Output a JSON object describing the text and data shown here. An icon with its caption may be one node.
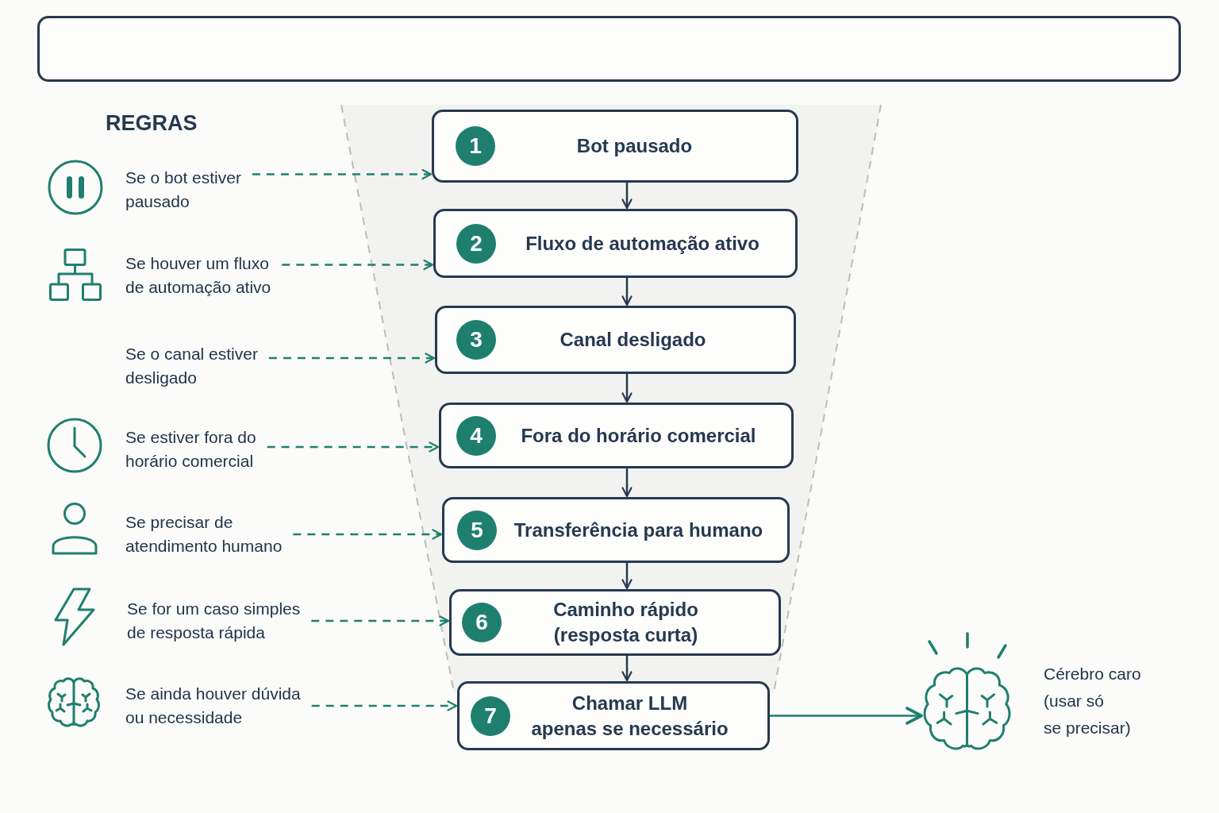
{
  "diagram": {
    "nodes": [
      {
        "text": [],
        "shape": "box"
      },
      {
        "text": [
          "Se o bot estiver pausado"
        ]
      },
      {
        "text": [
          "Se houver um fluxo de automação ativo"
        ]
      },
      {
        "text": [
          "Se o canal estiver desligado"
        ]
      },
      {
        "text": [
          "Se estiver fora do horário comercial"
        ]
      },
      {
        "text": [
          "Se precisar de atendimento humano"
        ]
      },
      {
        "text": [
          "Se for um caso simples de resposta rápida"
        ]
      },
      {
        "text": [
          "Se ainda houver dúvida ou necessidade"
        ]
      },
      {
        "text": [
          "1",
          "Bot pausado"
        ]
      },
      {
        "text": [
          "2",
          "Fluxo de automação ativo"
        ]
      },
      {
        "text": [
          "3",
          "Canal desligado"
        ]
      },
      {
        "text": [
          "4",
          "Fora do horário comercial"
        ]
      },
      {
        "text": [
          "5",
          "Transferência para humano"
        ]
      },
      {
        "text": [
          "6",
          "Caminho rápido (resposta curta)"
        ]
      },
      {
        "text": [
          "7",
          "Chamar LLM apenas se necessário"
        ]
      },
      {
        "text": [],
        "shape": "picture",
        "beside": [
          "Cérebro caro (usar só se precisar)"
        ]
      }
    ],
    "edges": [
      {
        "from": 1,
        "to": 8,
        "arrow": "to",
        "style": "dashed"
      },
      {
        "from": 2,
        "to": 9,
        "arrow": "to",
        "style": "dashed"
      },
      {
        "from": 3,
        "to": 10,
        "arrow": "to",
        "style": "dashed"
      },
      {
        "from": 4,
        "to": 11,
        "arrow": "to",
        "style": "dashed"
      },
      {
        "from": 5,
        "to": 12,
        "arrow": "to",
        "style": "dashed"
      },
      {
        "from": 6,
        "to": 13,
        "arrow": "to",
        "style": "dashed"
      },
      {
        "from": 7,
        "to": 14,
        "arrow": "to",
        "style": "dashed"
      },
      {
        "from": 8,
        "to": 9,
        "arrow": "to",
        "color": "#26394f"
      },
      {
        "from": 9,
        "to": 10,
        "arrow": "to",
        "color": "#26394f"
      },
      {
        "from": 10,
        "to": 11,
        "arrow": "to",
        "color": "#26394f"
      },
      {
        "from": 11,
        "to": 12,
        "arrow": "to",
        "color": "#26394f"
      },
      {
        "from": 12,
        "to": 13,
        "arrow": "to",
        "color": "#26394f"
      },
      {
        "from": 13,
        "to": 14,
        "arrow": "to",
        "color": "#26394f"
      },
      {
        "from": 14,
        "to": 15,
        "arrow": "to"
      }
    ],
    "labels": [
      "REGRAS"
    ]
  }
}
